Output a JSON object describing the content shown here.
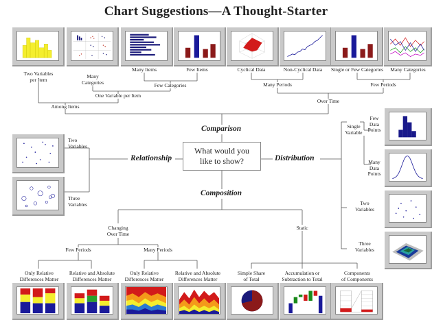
{
  "title": "Chart Suggestions—A Thought-Starter",
  "center": {
    "line1": "What would you",
    "line2": "like to show?"
  },
  "major": {
    "comparison": "Comparison",
    "relationship": "Relationship",
    "distribution": "Distribution",
    "composition": "Composition"
  },
  "comparison": {
    "top_items": [
      {
        "label": "Two Variables\nper Item",
        "icon": "variable-width-column-chart"
      },
      {
        "label": "Many\nCategories",
        "icon": "table-with-embedded-charts"
      },
      {
        "label": "Many Items",
        "icon": "bar-chart"
      },
      {
        "label": "Few Items",
        "icon": "column-chart"
      },
      {
        "label": "Cyclical Data",
        "icon": "circular-area-chart"
      },
      {
        "label": "Non-Cyclical Data",
        "icon": "line-chart"
      },
      {
        "label": "Single or Few Categories",
        "icon": "column-chart"
      },
      {
        "label": "Many Categories",
        "icon": "multi-line-chart"
      }
    ],
    "few_categories": "Few Categories",
    "many_periods": "Many Periods",
    "few_periods": "Few Periods",
    "one_variable_per_item": "One Variable per Item",
    "among_items": "Among Items",
    "over_time": "Over Time"
  },
  "relationship": {
    "two_variables": "Two\nVariables",
    "three_variables": "Three\nVariables"
  },
  "distribution": {
    "single_variable": "Single\nVariable",
    "few_data_points": "Few\nData\nPoints",
    "many_data_points": "Many\nData\nPoints",
    "two_variables": "Two\nVariables",
    "three_variables": "Three\nVariables"
  },
  "composition": {
    "changing_over_time": "Changing\nOver Time",
    "static": "Static",
    "few_periods": "Few Periods",
    "many_periods": "Many Periods",
    "bottom_items": [
      {
        "label": "Only Relative\nDifferences Matter",
        "icon": "stacked-100-column-chart"
      },
      {
        "label": "Relative and Absolute\nDifferences Matter",
        "icon": "stacked-column-chart"
      },
      {
        "label": "Only Relative\nDifferences Matter",
        "icon": "stacked-100-area-chart"
      },
      {
        "label": "Relative and Absolute\nDifferences Matter",
        "icon": "stacked-area-chart"
      },
      {
        "label": "Simple Share\nof Total",
        "icon": "pie-chart"
      },
      {
        "label": "Accumulation or\nSubtraction to Total",
        "icon": "waterfall-chart"
      },
      {
        "label": "Components\nof Components",
        "icon": "stacked-100-column-with-subcomponents"
      }
    ]
  },
  "colors": {
    "navy": "#1a1a7a",
    "maroon": "#8b1a1a",
    "yellow": "#f4ee2e",
    "thumb_frame": "#c9c9c9"
  }
}
